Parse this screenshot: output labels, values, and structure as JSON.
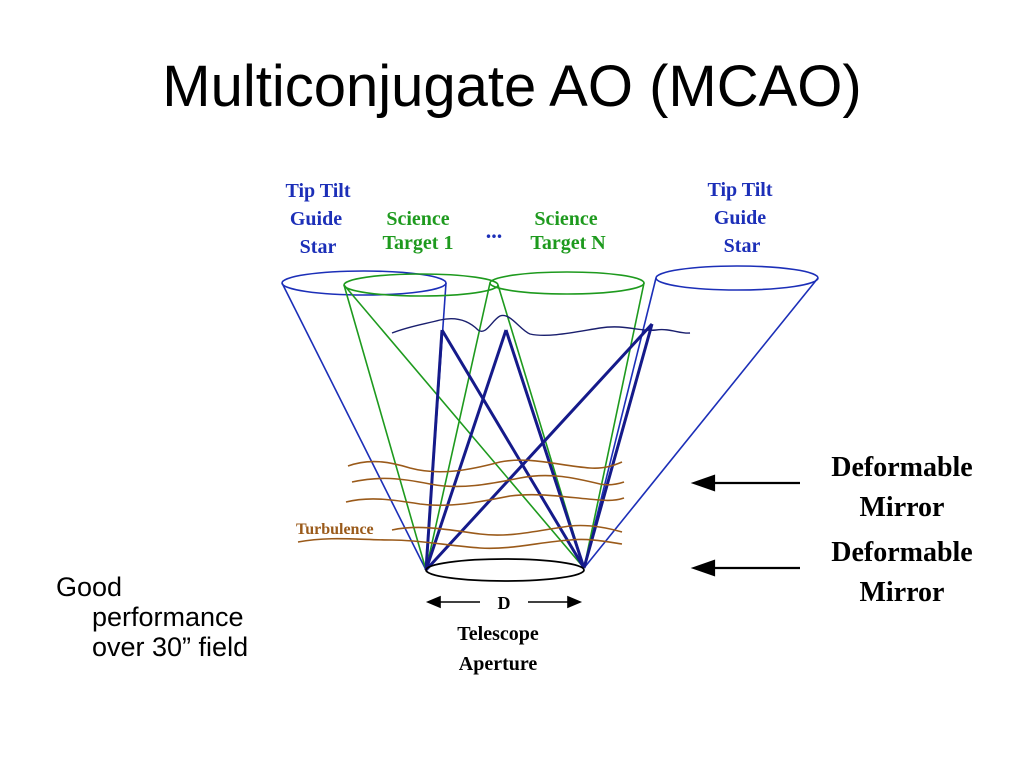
{
  "slide": {
    "title": "Multiconjugate AO (MCAO)",
    "caption_lines": [
      "Good",
      "performance",
      "over 30” field"
    ]
  },
  "diagram": {
    "tip_tilt_left": [
      "Tip Tilt",
      "Guide",
      "Star"
    ],
    "tip_tilt_right": [
      "Tip Tilt",
      "Guide",
      "Star"
    ],
    "science_target_1": [
      "Science",
      "Target 1"
    ],
    "science_target_n": [
      "Science",
      "Target N"
    ],
    "ellipsis": "...",
    "turbulence_label": "Turbulence",
    "dm_upper": [
      "Deformable",
      "Mirror"
    ],
    "dm_lower": [
      "Deformable",
      "Mirror"
    ],
    "aperture_symbol": "D",
    "aperture_label": [
      "Telescope",
      "Aperture"
    ],
    "colors": {
      "tip_tilt": "#1c2fb8",
      "science": "#1e9a1e",
      "rays": "#151a8a",
      "turbulence": "#9a5a1a",
      "dm_text": "#000000"
    }
  }
}
